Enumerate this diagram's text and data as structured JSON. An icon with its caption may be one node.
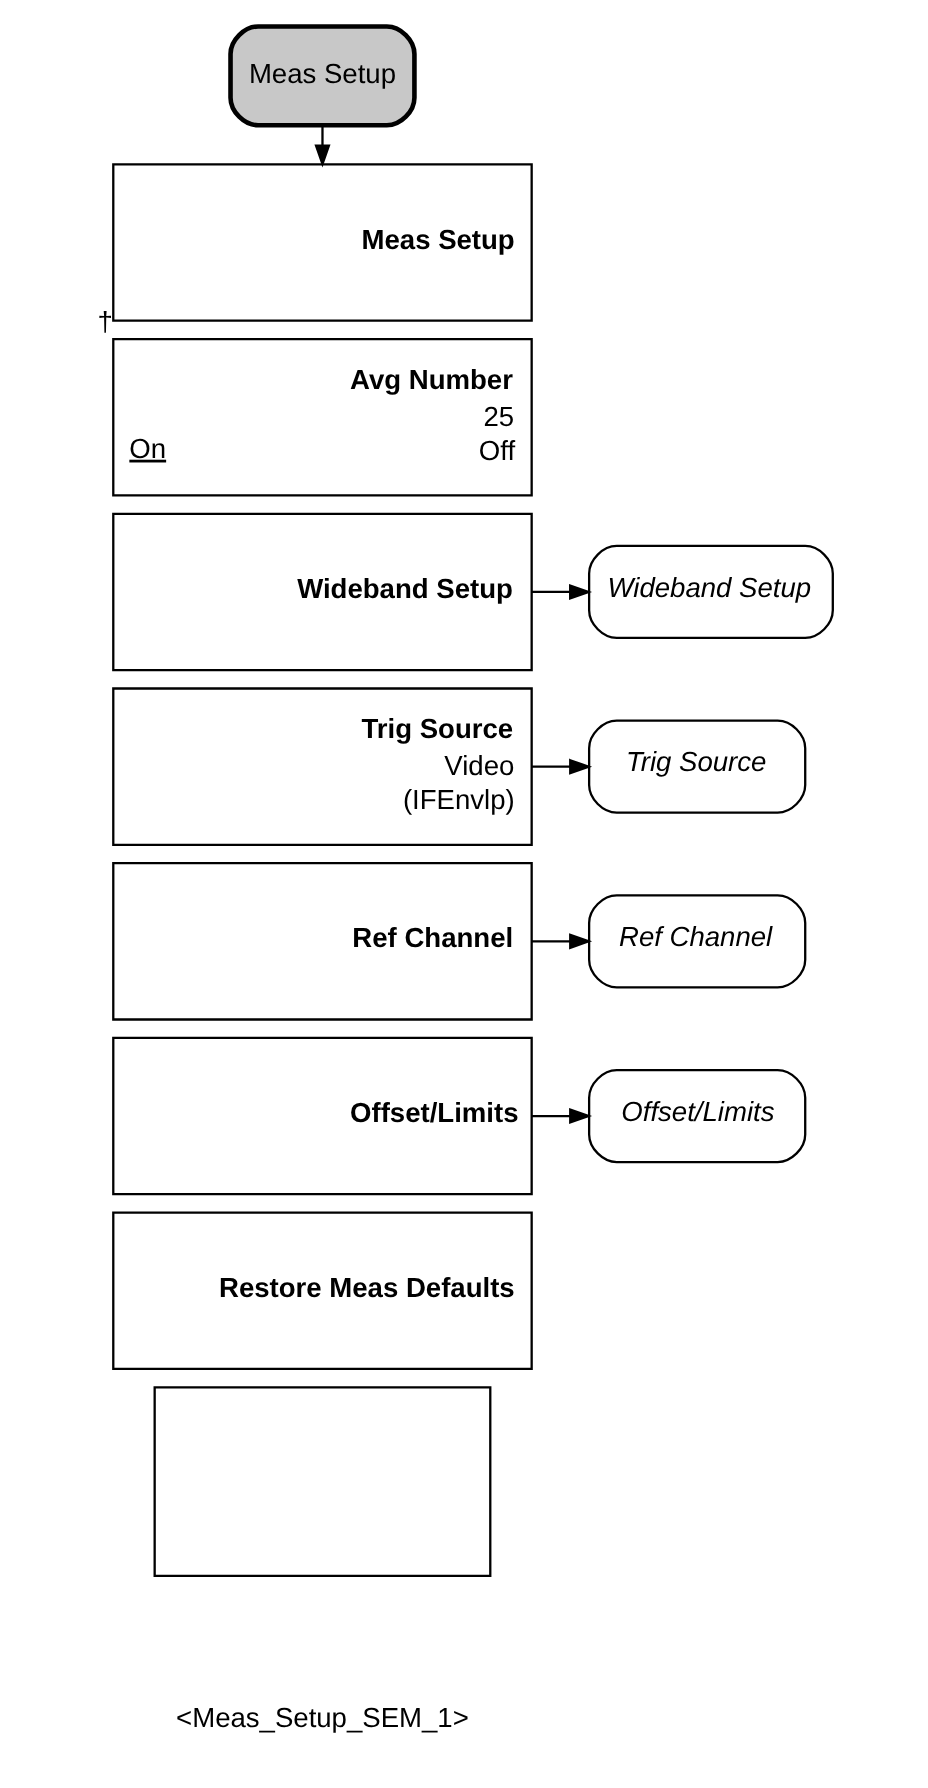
{
  "diagram": {
    "nodes": [
      {
        "text": [
          "Meas Setup"
        ]
      },
      {
        "text": [
          "Meas Setup"
        ]
      },
      {
        "text": [
          "Avg Number",
          "25",
          "On",
          "Off"
        ],
        "beside": [
          "†"
        ]
      },
      {
        "text": [
          "Wideband Setup"
        ]
      },
      {
        "text": [
          "Trig Source",
          "Video",
          "(IFEnvlp)"
        ]
      },
      {
        "text": [
          "Ref Channel"
        ]
      },
      {
        "text": [
          "Offset/Limits"
        ]
      },
      {
        "text": [
          "Restore Meas Defaults"
        ]
      },
      {
        "text": [],
        "shape": "box"
      },
      {
        "text": [
          "Wideband Setup"
        ]
      },
      {
        "text": [
          "Trig Source"
        ]
      },
      {
        "text": [
          "Ref Channel"
        ]
      },
      {
        "text": [
          "Offset/Limits"
        ]
      }
    ],
    "edges": [
      {
        "from": 0,
        "to": 1,
        "arrow": "to"
      },
      {
        "from": 3,
        "to": 9,
        "arrow": "to"
      },
      {
        "from": 4,
        "to": 10,
        "arrow": "to"
      },
      {
        "from": 5,
        "to": 11,
        "arrow": "to"
      },
      {
        "from": 6,
        "to": 12,
        "arrow": "to"
      }
    ],
    "labels": [
      "<Meas_Setup_SEM_1>"
    ]
  }
}
